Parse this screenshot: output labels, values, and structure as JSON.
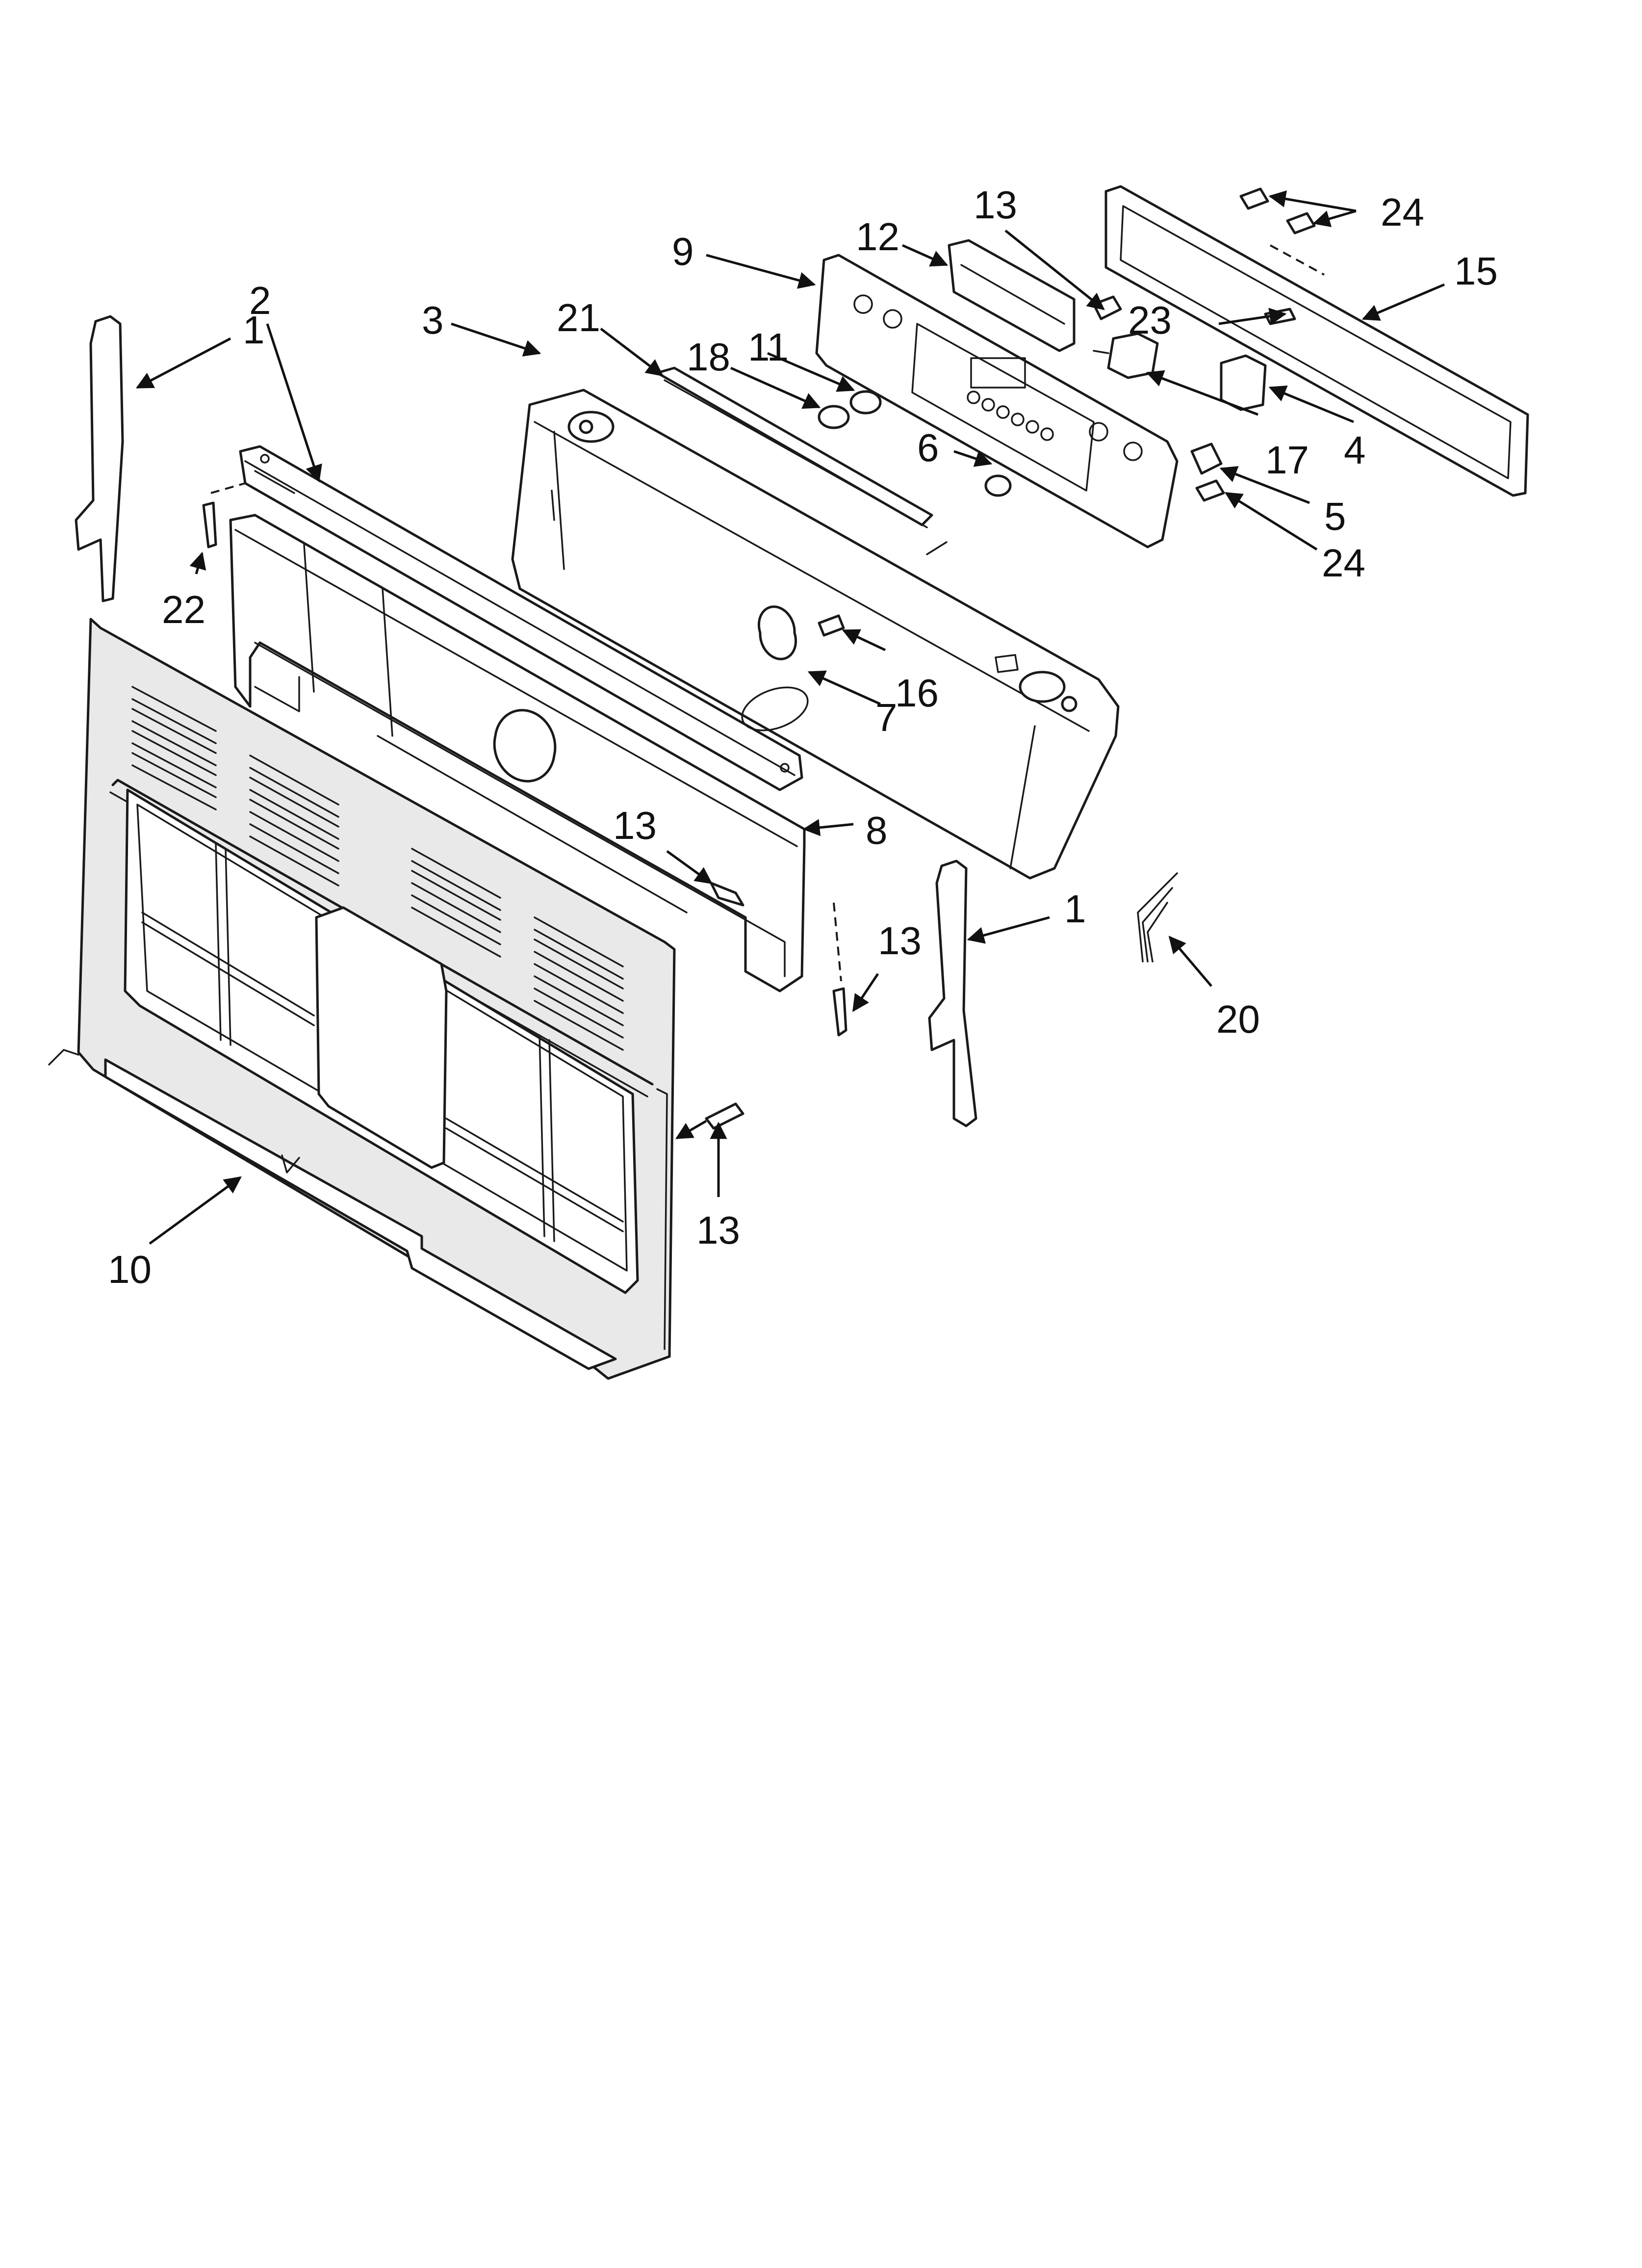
{
  "diagram": {
    "colors": {
      "line": "#1a1a1a",
      "panel_fill": "#e9e9e9",
      "background": "#ffffff"
    },
    "callouts": [
      {
        "id": "c1-left",
        "label": "1"
      },
      {
        "id": "c1-right",
        "label": "1"
      },
      {
        "id": "c2",
        "label": "2"
      },
      {
        "id": "c3",
        "label": "3"
      },
      {
        "id": "c4",
        "label": "4"
      },
      {
        "id": "c5",
        "label": "5"
      },
      {
        "id": "c6",
        "label": "6"
      },
      {
        "id": "c7",
        "label": "7"
      },
      {
        "id": "c8",
        "label": "8"
      },
      {
        "id": "c9",
        "label": "9"
      },
      {
        "id": "c10",
        "label": "10"
      },
      {
        "id": "c11",
        "label": "11"
      },
      {
        "id": "c12",
        "label": "12"
      },
      {
        "id": "c13-top",
        "label": "13"
      },
      {
        "id": "c13-mid",
        "label": "13"
      },
      {
        "id": "c13-right",
        "label": "13"
      },
      {
        "id": "c13-low",
        "label": "13"
      },
      {
        "id": "c15",
        "label": "15"
      },
      {
        "id": "c16",
        "label": "16"
      },
      {
        "id": "c17",
        "label": "17"
      },
      {
        "id": "c18",
        "label": "18"
      },
      {
        "id": "c20",
        "label": "20"
      },
      {
        "id": "c21",
        "label": "21"
      },
      {
        "id": "c22",
        "label": "22"
      },
      {
        "id": "c23",
        "label": "23"
      },
      {
        "id": "c24-top",
        "label": "24"
      },
      {
        "id": "c24-low",
        "label": "24"
      }
    ]
  }
}
